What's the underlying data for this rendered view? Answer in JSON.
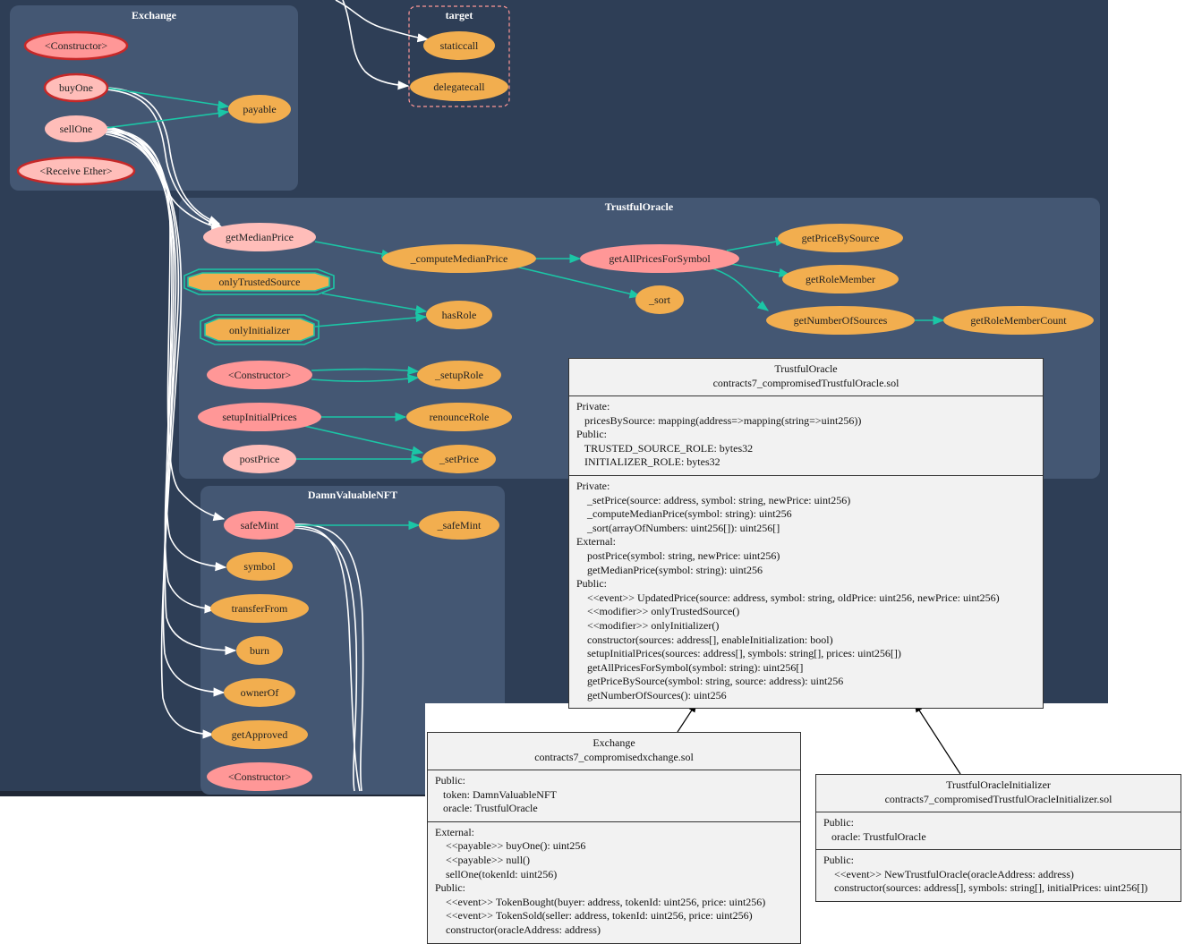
{
  "colors": {
    "canvas": "#2e3e56",
    "cluster": "#445773",
    "internal_node": "#f2ae4f",
    "public_node": "#ff9797",
    "external_node": "#ffbdb9",
    "edge_internal": "#1bc6a6",
    "edge_external": "#ffffff",
    "target_border": "#ff9797"
  },
  "clusters": {
    "exchange": "Exchange",
    "target": "target",
    "trustful_oracle": "TrustfulOracle",
    "dvnft": "DamnValuableNFT"
  },
  "nodes": {
    "ex_constructor": "<Constructor>",
    "buy_one": "buyOne",
    "sell_one": "sellOne",
    "receive_ether": "<Receive Ether>",
    "payable": "payable",
    "staticcall": "staticcall",
    "delegatecall": "delegatecall",
    "get_median_price": "getMedianPrice",
    "compute_median_price": "_computeMedianPrice",
    "get_all_prices": "getAllPricesForSymbol",
    "get_price_by_source": "getPriceBySource",
    "get_role_member": "getRoleMember",
    "get_number_of_sources": "getNumberOfSources",
    "get_role_member_count": "getRoleMemberCount",
    "sort": "_sort",
    "only_trusted_source": "onlyTrustedSource",
    "only_initializer": "onlyInitializer",
    "has_role": "hasRole",
    "to_constructor": "<Constructor>",
    "setup_role": "_setupRole",
    "setup_initial_prices": "setupInitialPrices",
    "renounce_role": "renounceRole",
    "post_price": "postPrice",
    "set_price": "_setPrice",
    "safe_mint": "safeMint",
    "safe_mint_internal": "_safeMint",
    "symbol": "symbol",
    "transfer_from": "transferFrom",
    "burn": "burn",
    "owner_of": "ownerOf",
    "get_approved": "getApproved",
    "nft_constructor": "<Constructor>"
  },
  "uml": {
    "oracle": {
      "name": "TrustfulOracle",
      "file": "contracts7_compromisedTrustfulOracle.sol",
      "attributes": [
        "Private:",
        "   pricesBySource: mapping(address=>mapping(string=>uint256))",
        "Public:",
        "   TRUSTED_SOURCE_ROLE: bytes32",
        "   INITIALIZER_ROLE: bytes32"
      ],
      "operations": [
        "Private:",
        "    _setPrice(source: address, symbol: string, newPrice: uint256)",
        "    _computeMedianPrice(symbol: string): uint256",
        "    _sort(arrayOfNumbers: uint256[]): uint256[]",
        "External:",
        "    postPrice(symbol: string, newPrice: uint256)",
        "    getMedianPrice(symbol: string): uint256",
        "Public:",
        "    <<event>> UpdatedPrice(source: address, symbol: string, oldPrice: uint256, newPrice: uint256)",
        "    <<modifier>> onlyTrustedSource()",
        "    <<modifier>> onlyInitializer()",
        "    constructor(sources: address[], enableInitialization: bool)",
        "    setupInitialPrices(sources: address[], symbols: string[], prices: uint256[])",
        "    getAllPricesForSymbol(symbol: string): uint256[]",
        "    getPriceBySource(symbol: string, source: address): uint256",
        "    getNumberOfSources(): uint256"
      ]
    },
    "exchange": {
      "name": "Exchange",
      "file": "contracts7_compromisedxchange.sol",
      "attributes": [
        "Public:",
        "   token: DamnValuableNFT",
        "   oracle: TrustfulOracle"
      ],
      "operations": [
        "External:",
        "    <<payable>> buyOne(): uint256",
        "    <<payable>> null()",
        "    sellOne(tokenId: uint256)",
        "Public:",
        "    <<event>> TokenBought(buyer: address, tokenId: uint256, price: uint256)",
        "    <<event>> TokenSold(seller: address, tokenId: uint256, price: uint256)",
        "    constructor(oracleAddress: address)"
      ]
    },
    "initializer": {
      "name": "TrustfulOracleInitializer",
      "file": "contracts7_compromisedTrustfulOracleInitializer.sol",
      "attributes": [
        "Public:",
        "   oracle: TrustfulOracle"
      ],
      "operations": [
        "Public:",
        "    <<event>> NewTrustfulOracle(oracleAddress: address)",
        "    constructor(sources: address[], symbols: string[], initialPrices: uint256[])"
      ]
    }
  }
}
